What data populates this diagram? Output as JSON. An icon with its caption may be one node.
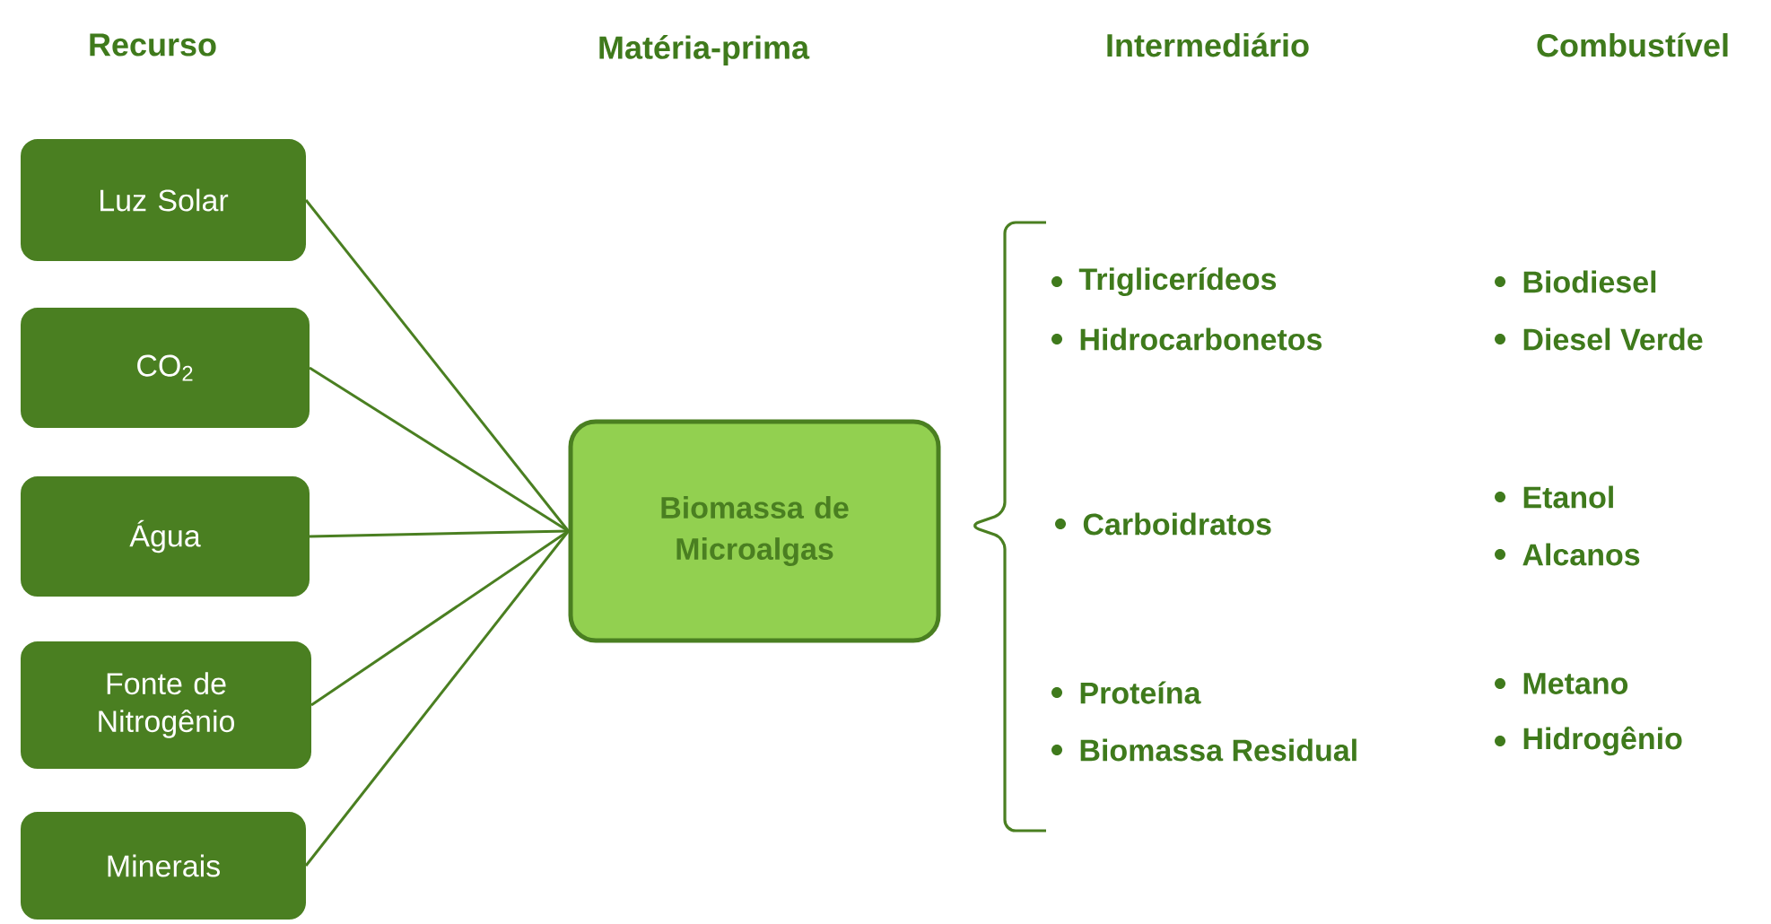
{
  "diagram": {
    "nodes": [
      {
        "text": [
          "Luz Solar"
        ]
      },
      {
        "text": [
          "CO$_{2}$"
        ]
      },
      {
        "text": [
          "Água"
        ]
      },
      {
        "text": [
          "Fonte de Nitrogênio"
        ]
      },
      {
        "text": [
          "Minerais"
        ]
      },
      {
        "text": [
          "Biomassa de Microalgas"
        ]
      }
    ],
    "edges": [
      {
        "from": 0,
        "to": 5,
        "arrow": "none"
      },
      {
        "from": 1,
        "to": 5,
        "arrow": "none"
      },
      {
        "from": 2,
        "to": 5,
        "arrow": "none"
      },
      {
        "from": 3,
        "to": 5,
        "arrow": "none"
      },
      {
        "from": 4,
        "to": 5,
        "arrow": "none"
      }
    ],
    "labels": [
      "Recurso",
      "Matéria-prima",
      "Intermediário",
      "Combustível",
      "Triglicerídeos",
      "Biodiesel",
      "Hidrocarbonetos",
      "Diesel Verde",
      "Etanol",
      "Carboidratos",
      "Alcanos",
      "Metano",
      "Proteína",
      "Hidrogênio",
      "Biomassa Residual"
    ]
  }
}
